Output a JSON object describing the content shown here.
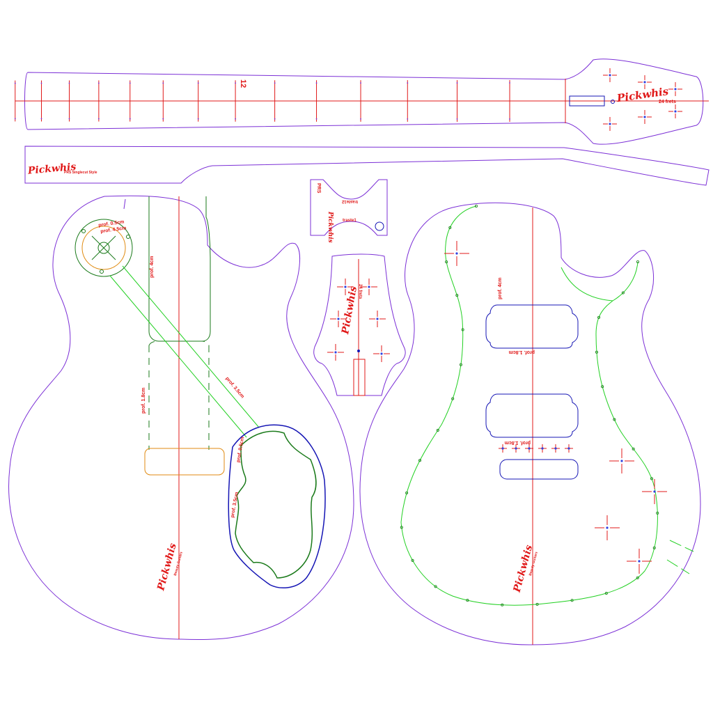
{
  "colors": {
    "outline": "#7b2fd6",
    "centerline": "#e01818",
    "cavity_green": "#1a7a1a",
    "channel_green": "#22d022",
    "pickup_blue": "#1414b4",
    "orange": "#e08a10",
    "logo_red": "#e01818",
    "marker_blue": "#3040e0"
  },
  "neck": {
    "fret_12_label": "12",
    "frets_label": "24 frets",
    "logo_text": "Pickwhis"
  },
  "neck_side": {
    "logo_text": "Pickwhis",
    "model_text": "PRS Singlecut Style"
  },
  "tiny_template": {
    "label_prs": "PRS",
    "label_traste12": "traste12",
    "label_traste1": "traste1",
    "logo_text": "Pickwhis"
  },
  "headstock_template": {
    "frets_label": "24 frets",
    "logo_text": "Pickwhis"
  },
  "back_body": {
    "depth_labels": {
      "cover_outer": "prof. 0.5cm",
      "cover_inner": "prof. 4.5cm",
      "neck_pocket": "prof. 4cm",
      "neck_tenon": "prof. 1.8cm",
      "channel": "prof. 3.5cm",
      "control_outer": "prof. 0.5cm",
      "control_inner": "prof. 3.5cm"
    },
    "logo_text": "Pickwhis",
    "logo_sub": "Beauty Guitars"
  },
  "front_body": {
    "depth_labels": {
      "neck_pickup": "prof. 4cm",
      "neck_pickup_rot": "prof. 1.8cm",
      "bridge_pickup_rot": "prof. 1.8cm"
    },
    "logo_text": "Pickwhis",
    "logo_sub": "Beauty Guitars"
  }
}
